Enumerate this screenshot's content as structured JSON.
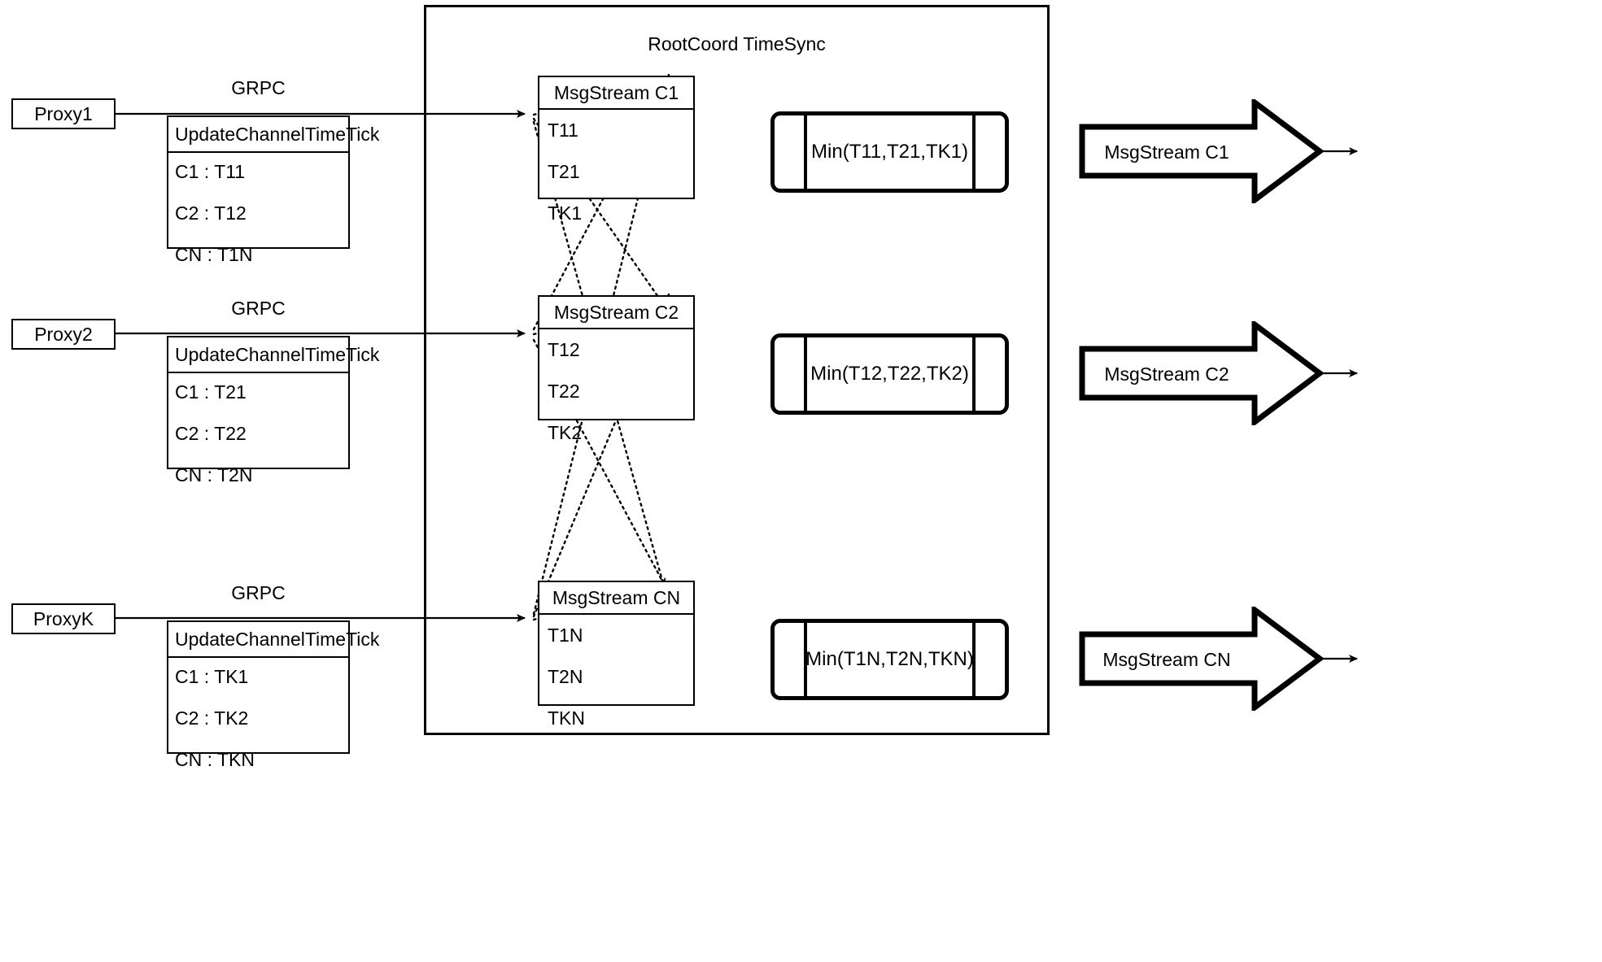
{
  "container": {
    "title": "RootCoord TimeSync"
  },
  "colors": {
    "stroke": "#000000",
    "background": "#ffffff"
  },
  "rows": [
    {
      "proxy_label": "Proxy1",
      "link_label": "GRPC",
      "request": {
        "title": "UpdateChannelTimeTick",
        "entries": [
          "C1 :  T11",
          "C2 :  T12",
          "CN : T1N"
        ]
      },
      "msgstream": {
        "title": "MsgStream C1",
        "entries": [
          "T11",
          "T21",
          "TK1"
        ]
      },
      "process_label": "Min(T11,T21,TK1)",
      "output_label": "MsgStream C1"
    },
    {
      "proxy_label": "Proxy2",
      "link_label": "GRPC",
      "request": {
        "title": "UpdateChannelTimeTick",
        "entries": [
          "C1 :  T21",
          "C2 :  T22",
          "CN : T2N"
        ]
      },
      "msgstream": {
        "title": "MsgStream C2",
        "entries": [
          "T12",
          "T22",
          "TK2"
        ]
      },
      "process_label": "Min(T12,T22,TK2)",
      "output_label": "MsgStream C2"
    },
    {
      "proxy_label": "ProxyK",
      "link_label": "GRPC",
      "request": {
        "title": "UpdateChannelTimeTick",
        "entries": [
          "C1 :  TK1",
          "C2 :  TK2",
          "CN : TKN"
        ]
      },
      "msgstream": {
        "title": "MsgStream CN",
        "entries": [
          "T1N",
          "T2N",
          "TKN"
        ]
      },
      "process_label": "Min(T1N,T2N,TKN)",
      "output_label": "MsgStream CN"
    }
  ]
}
